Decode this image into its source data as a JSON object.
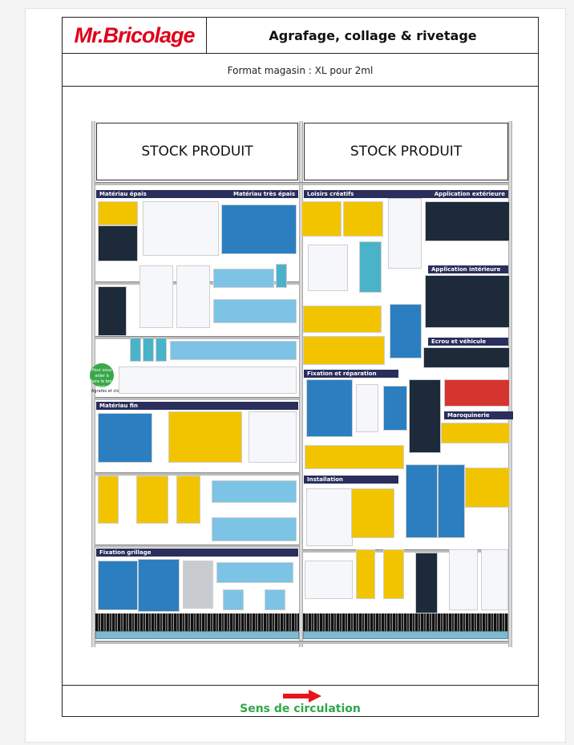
{
  "header": {
    "brand": "Mr.Bricolage",
    "title": "Agrafage, collage & rivetage",
    "format": "Format magasin : XL pour 2ml"
  },
  "planogram": {
    "stock_labels": [
      "STOCK PRODUIT",
      "STOCK PRODUIT"
    ],
    "categories": {
      "materiau_epais": "Matériau épais",
      "materiau_tres_epais": "Matériau très épais",
      "loisirs_creatifs": "Loisirs créatifs",
      "application_exterieure": "Application extérieure",
      "application_interieure": "Application intérieure",
      "ecrou_vehicule": "Ecrou et véhicule",
      "fixation_reparation": "Fixation et réparation",
      "maroquinerie": "Maroquinerie",
      "materiau_fin": "Matériau fin",
      "installation": "Installation",
      "fixation_grillage": "Fixation grillage"
    },
    "badge": {
      "text": "Pour vous aider à faire le bon choix",
      "sub": "Agrafes et clous"
    }
  },
  "colors": {
    "brand_red": "#e0001b",
    "category_bar": "#2a2e5c",
    "circulation_green": "#2ea84a",
    "arrow_red": "#e8141c"
  },
  "footer": {
    "circulation": "Sens de circulation",
    "arrow_icon": "arrow-right-icon"
  }
}
